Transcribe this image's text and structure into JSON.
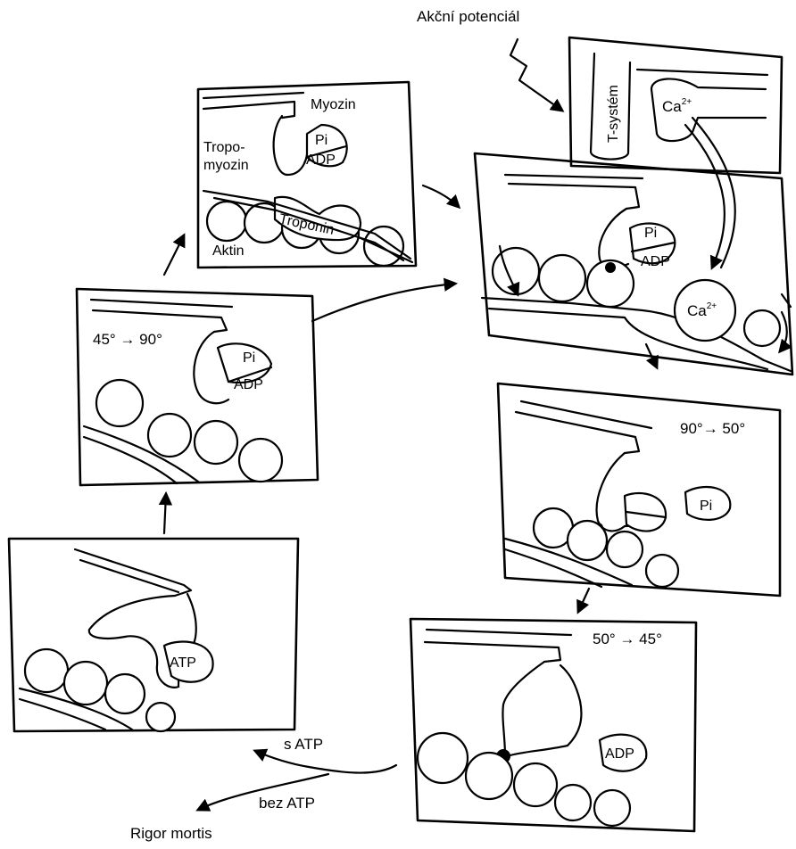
{
  "labels": {
    "action_potential": "Akční potenciál",
    "t_system": "T-systém",
    "calcium": "Ca",
    "calcium_charge": "2+",
    "myosin": "Myozin",
    "tropomyosin_line1": "Tropo-",
    "tropomyosin_line2": "myozin",
    "troponin": "Troponin",
    "actin": "Aktin",
    "phosphate": "Pi",
    "adp": "ADP",
    "atp": "ATP",
    "angle_45_90": "45° → 90°",
    "angle_90_50": "90°→ 50°",
    "angle_50_45": "50° → 45°",
    "with_atp": "s ATP",
    "without_atp": "bez ATP",
    "rigor_mortis": "Rigor mortis"
  }
}
